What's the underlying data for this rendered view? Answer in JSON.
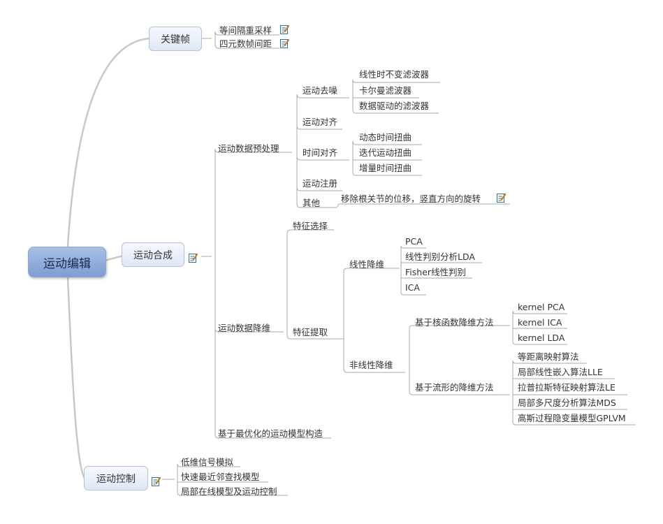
{
  "root": {
    "label": "运动编辑"
  },
  "keyframe": {
    "label": "关键帧",
    "children": [
      "等间隔重采样",
      "四元数帧间距"
    ]
  },
  "synthesis": {
    "label": "运动合成",
    "preprocess": {
      "label": "运动数据预处理",
      "denoise": {
        "label": "运动去噪",
        "children": [
          "线性时不变滤波器",
          "卡尔曼滤波器",
          "数据驱动的滤波器"
        ]
      },
      "align": {
        "label": "运动对齐"
      },
      "time_align": {
        "label": "时间对齐",
        "children": [
          "动态时间扭曲",
          "迭代运动扭曲",
          "增量时间扭曲"
        ]
      },
      "register": {
        "label": "运动注册"
      },
      "other": {
        "label": "其他",
        "child": "移除根关节的位移，竖直方向的旋转"
      }
    },
    "reduction": {
      "label": "运动数据降维",
      "selection": {
        "label": "特征选择"
      },
      "extraction": {
        "label": "特征提取",
        "linear": {
          "label": "线性降维",
          "children": [
            "PCA",
            "线性判别分析LDA",
            "Fisher线性判别",
            "ICA"
          ]
        },
        "nonlinear": {
          "label": "非线性降维",
          "kernel": {
            "label": "基于核函数降维方法",
            "children": [
              "kernel PCA",
              "kernel ICA",
              "kernel LDA"
            ]
          },
          "manifold": {
            "label": "基于流形的降维方法",
            "children": [
              "等距离映射算法",
              "局部线性嵌入算法LLE",
              "拉普拉斯特征映射算法LE",
              "局部多尺度分析算法MDS",
              "高斯过程隐变量模型GPLVM"
            ]
          }
        }
      }
    },
    "optimization": {
      "label": "基于最优化的运动模型构造"
    }
  },
  "control": {
    "label": "运动控制",
    "children": [
      "低维信号模拟",
      "快速最近邻查找模型",
      "局部在线模型及运动控制"
    ]
  },
  "icons": [
    "note-icon"
  ],
  "colors": {
    "line": "#aaaaaa",
    "root_fill": "#8fabdc",
    "main_fill": "#e6edf8"
  }
}
